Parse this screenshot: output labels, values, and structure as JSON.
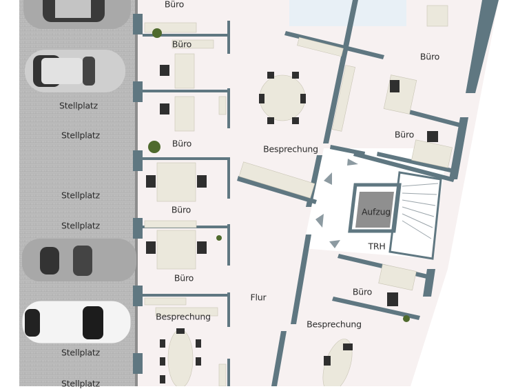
{
  "colors": {
    "wall": "#5f7781",
    "floor": "#f7f1f1",
    "parking": "#b5b5b5",
    "furniture": "#ebe8dc"
  },
  "rooms": {
    "buero_1": "Büro",
    "buero_2": "Büro",
    "buero_3": "Büro",
    "buero_4": "Büro",
    "buero_5": "Büro",
    "buero_right_1": "Büro",
    "buero_right_2": "Büro",
    "buero_right_3": "Büro",
    "besprechung_center": "Besprechung",
    "besprechung_left": "Besprechung",
    "besprechung_right": "Besprechung",
    "aufzug": "Aufzug",
    "trh": "TRH",
    "flur": "Flur"
  },
  "parking": {
    "spots": [
      "Stellplatz",
      "Stellplatz",
      "Stellplatz",
      "Stellplatz",
      "Stellplatz",
      "Stellplatz"
    ]
  }
}
